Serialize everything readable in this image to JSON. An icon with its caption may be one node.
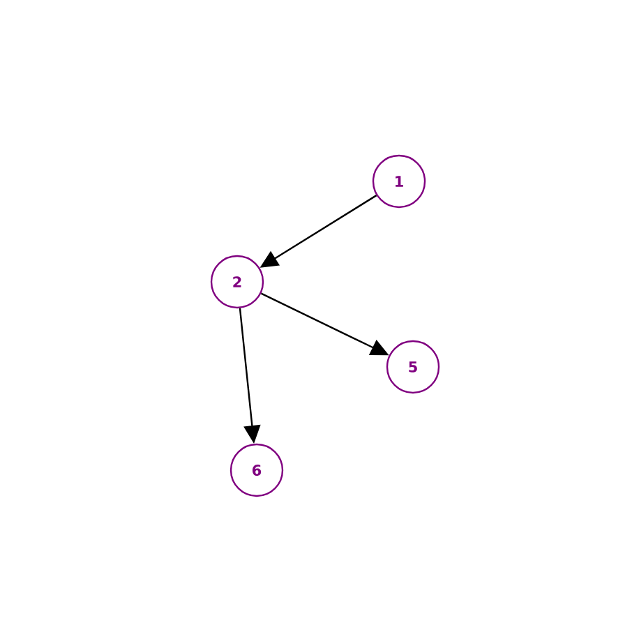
{
  "diagram": {
    "nodes": [
      {
        "text": [
          "1"
        ]
      },
      {
        "text": [
          "2"
        ]
      },
      {
        "text": [
          "5"
        ]
      },
      {
        "text": [
          "6"
        ]
      }
    ],
    "edges": [
      {
        "from": 0,
        "to": 1,
        "arrow": "to"
      },
      {
        "from": 1,
        "to": 2,
        "arrow": "to"
      },
      {
        "from": 1,
        "to": 3,
        "arrow": "to"
      }
    ]
  }
}
